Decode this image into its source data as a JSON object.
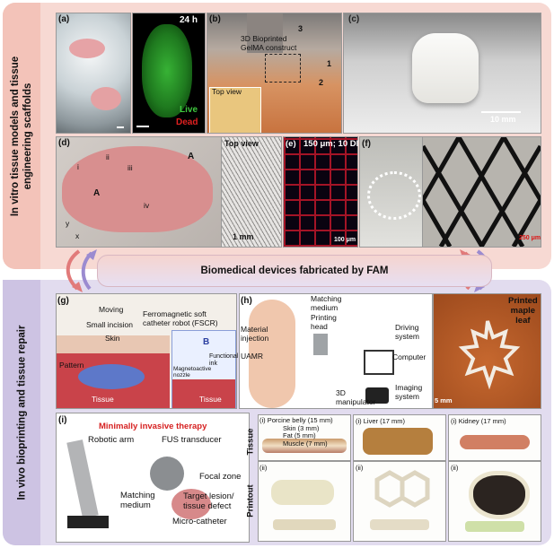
{
  "side_labels": {
    "top": [
      "In vitro tissue models and tissue",
      "engineering scaffolds"
    ],
    "bottom": "In vivo bioprinting and tissue repair"
  },
  "banner": "Biomedical devices fabricated by FAM",
  "panels": {
    "a": {
      "label": "(a)",
      "time": "24 h",
      "live": "Live",
      "dead": "Dead"
    },
    "b": {
      "label": "(b)",
      "construct": [
        "3D Bioprinted",
        "GelMA construct"
      ],
      "top_view": "Top view",
      "n1": "1",
      "n2": "2",
      "n3": "3"
    },
    "c": {
      "label": "(c)",
      "scale": "10 mm"
    },
    "d": {
      "label": "(d)",
      "i": "i",
      "ii": "ii",
      "iii": "iii",
      "iv": "iv",
      "A1": "A",
      "A2": "A",
      "top_view": "Top view",
      "scale": "1 mm",
      "y": "y",
      "x": "x"
    },
    "e": {
      "label": "(e)",
      "title": "150 μm; 10 DIV",
      "scale": "100 μm"
    },
    "f": {
      "label": "(f)",
      "scale": "250 μm"
    },
    "g": {
      "label": "(g)",
      "moving": "Moving",
      "incision": "Small incision",
      "robot": [
        "Ferromagnetic soft",
        "catheter robot (FSCR)"
      ],
      "skin": "Skin",
      "pattern": "Pattern",
      "tissue1": "Tissue",
      "tissue2": "Tissue",
      "B": "B",
      "ink": [
        "Functional",
        "ink"
      ],
      "nozzle": [
        "Magnetoactive",
        "nozzle"
      ]
    },
    "h": {
      "label": "(h)",
      "material": [
        "Material",
        "injection"
      ],
      "medium": [
        "Matching",
        "medium"
      ],
      "head": [
        "Printing",
        "head"
      ],
      "uamr": "UAMR",
      "driving": [
        "Driving",
        "system"
      ],
      "computer": "Computer",
      "imaging": [
        "Imaging",
        "system"
      ],
      "manipulator": [
        "3D",
        "manipulator"
      ],
      "leaf": [
        "Printed",
        "maple",
        "leaf"
      ],
      "scale": "5 mm"
    },
    "i": {
      "label": "(i)",
      "title": "Minimally invasive therapy",
      "arm": "Robotic arm",
      "fus": "FUS transducer",
      "focal": "Focal zone",
      "medium": [
        "Matching",
        "medium"
      ],
      "target": [
        "Target lesion/",
        "tissue defect"
      ],
      "catheter": "Micro-catheter",
      "row_tissue": "Tissue",
      "row_printout": "Printout",
      "porcine": [
        "(i)  Porcine belly (15 mm)",
        "Skin (3 mm)",
        "Fat (5 mm)",
        "Muscle (7 mm)"
      ],
      "liver": "(i)  Liver (17 mm)",
      "kidney": "(i)  Kidney (17 mm)",
      "ii": "(ii)"
    }
  }
}
